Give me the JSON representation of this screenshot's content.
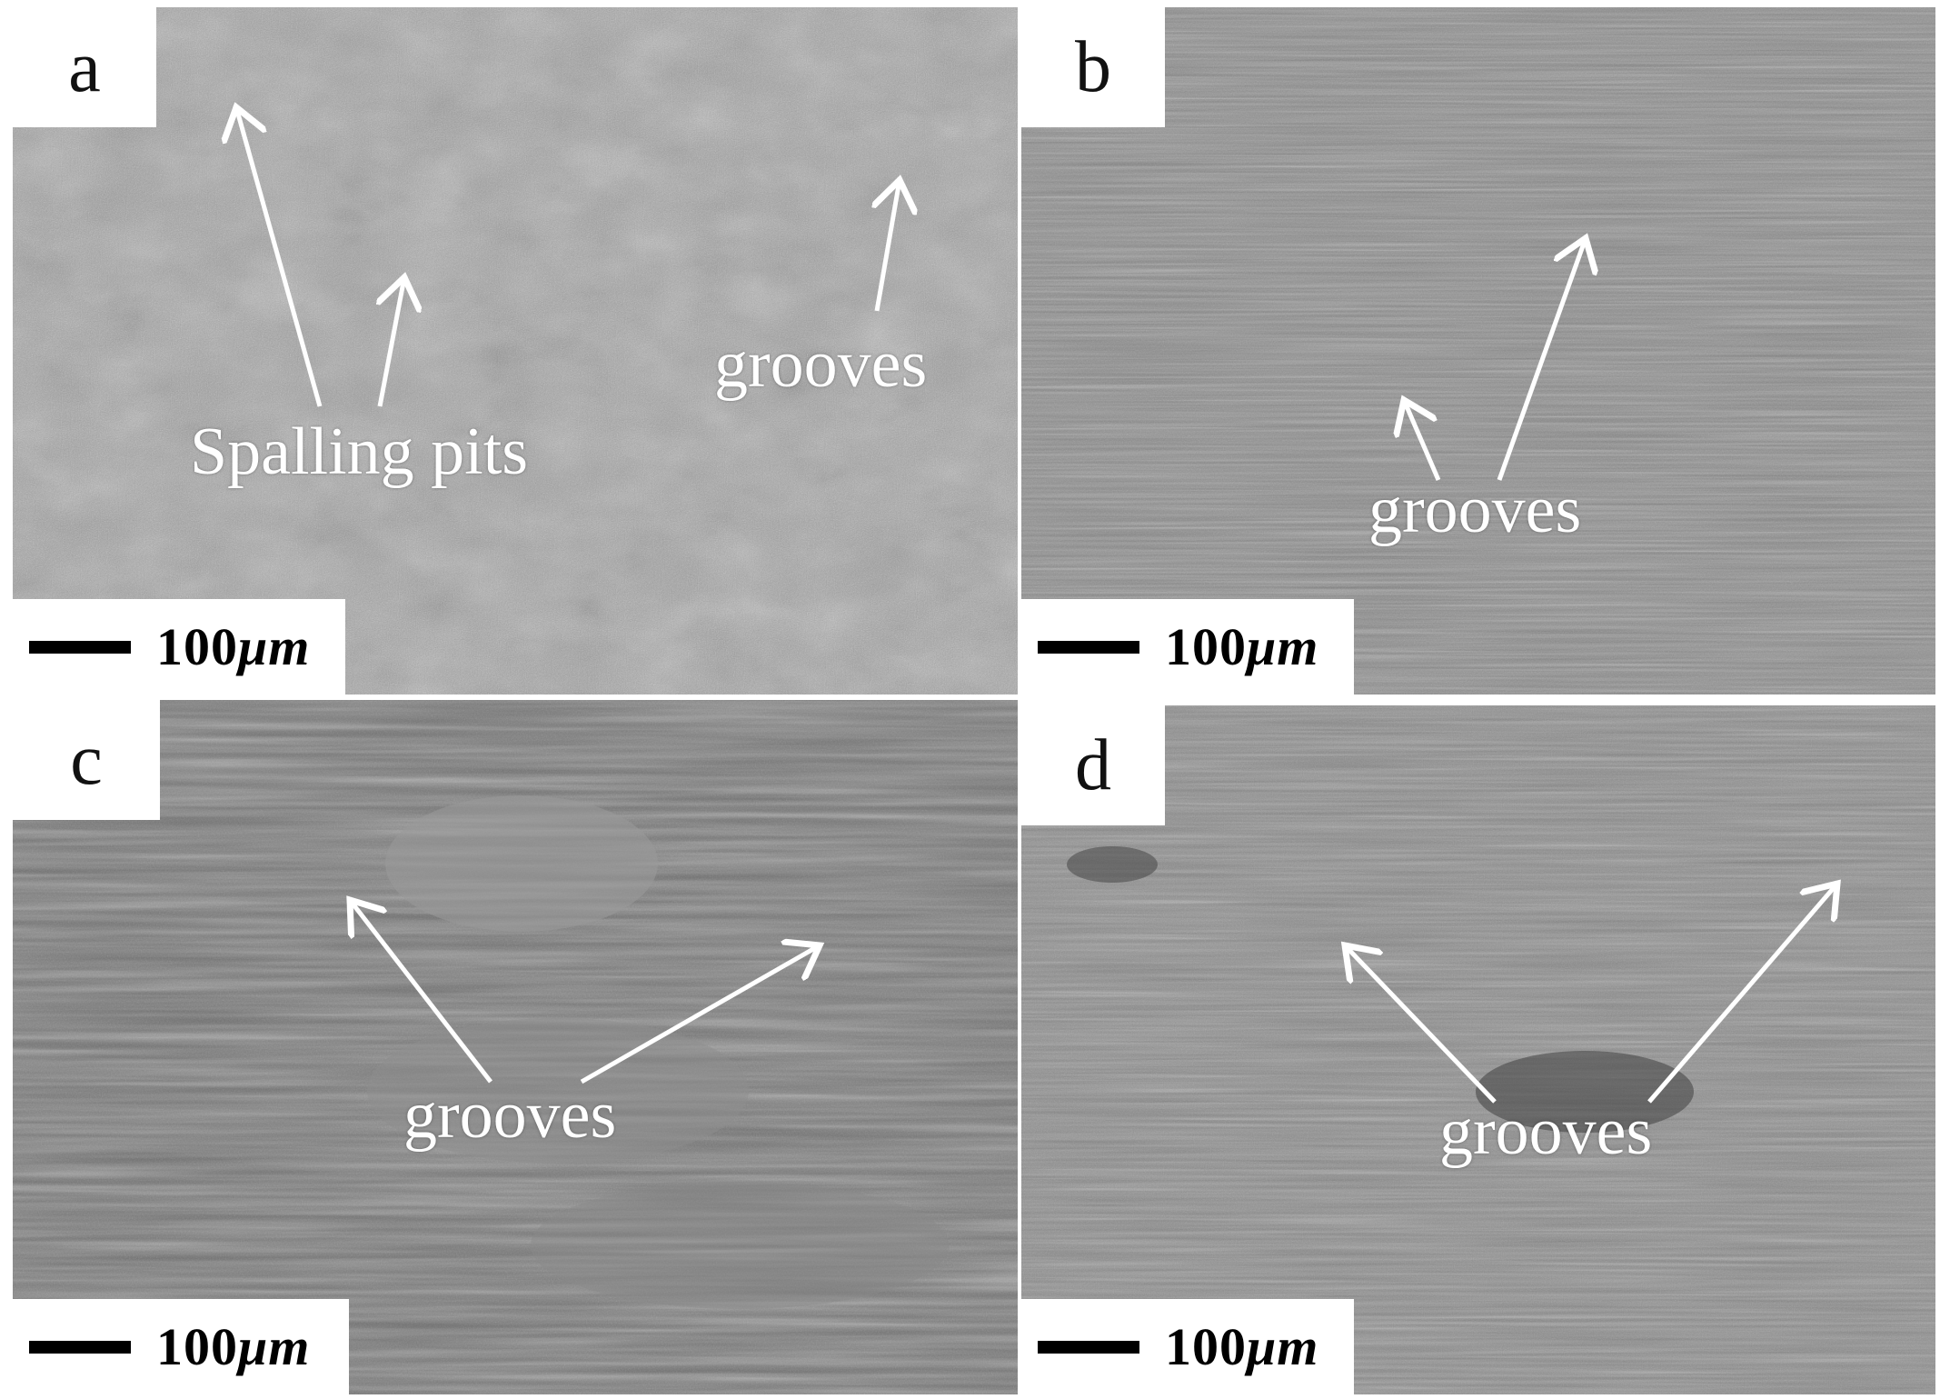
{
  "panels": [
    {
      "letter": "a",
      "scale_value": "100",
      "scale_unit": "μm",
      "annotations": [
        "Spalling pits",
        "grooves"
      ],
      "tone": "#9d9d9d"
    },
    {
      "letter": "b",
      "scale_value": "100",
      "scale_unit": "μm",
      "annotations": [
        "grooves"
      ],
      "tone": "#7c7c7c"
    },
    {
      "letter": "c",
      "scale_value": "100",
      "scale_unit": "μm",
      "annotations": [
        "grooves"
      ],
      "tone": "#6a6a6a"
    },
    {
      "letter": "d",
      "scale_value": "100",
      "scale_unit": "μm",
      "annotations": [
        "grooves"
      ],
      "tone": "#7d7d7d"
    }
  ]
}
